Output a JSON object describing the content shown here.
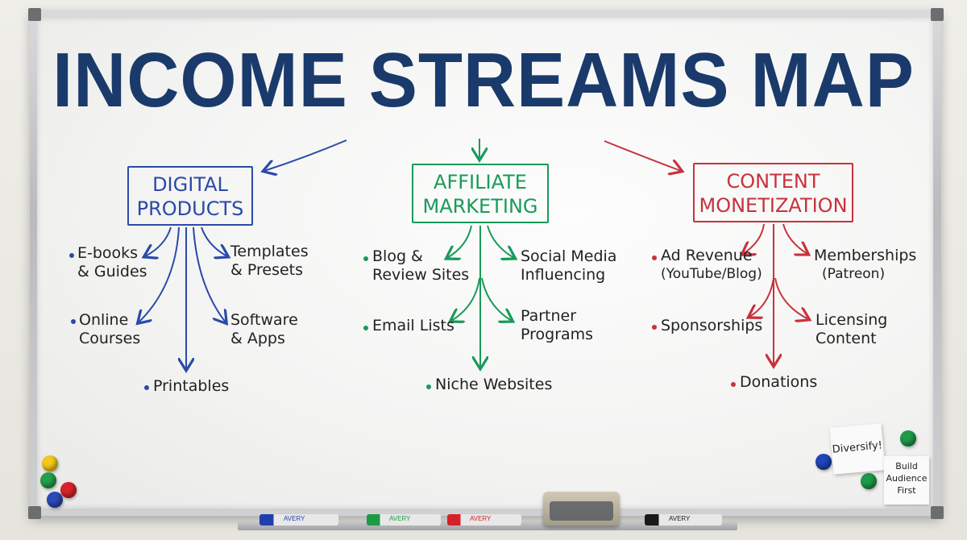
{
  "title": "INCOME STREAMS MAP",
  "categories": [
    {
      "id": "digital",
      "line1": "DIGITAL",
      "line2": "PRODUCTS",
      "color": "#2a4aa8",
      "items": [
        {
          "l1": "E-books",
          "l2": "& Guides"
        },
        {
          "l1": "Templates",
          "l2": "& Presets"
        },
        {
          "l1": "Online",
          "l2": "Courses"
        },
        {
          "l1": "Software",
          "l2": "& Apps"
        },
        {
          "l1": "Printables",
          "l2": ""
        }
      ]
    },
    {
      "id": "affiliate",
      "line1": "AFFILIATE",
      "line2": "MARKETING",
      "color": "#1a9a5a",
      "items": [
        {
          "l1": "Blog &",
          "l2": "Review Sites"
        },
        {
          "l1": "Social Media",
          "l2": "Influencing"
        },
        {
          "l1": "Email Lists",
          "l2": ""
        },
        {
          "l1": "Partner",
          "l2": "Programs"
        },
        {
          "l1": "Niche Websites",
          "l2": ""
        }
      ]
    },
    {
      "id": "content",
      "line1": "CONTENT",
      "line2": "MONETIZATION",
      "color": "#c8323c",
      "items": [
        {
          "l1": "Ad Revenue",
          "l2": "(YouTube/Blog)"
        },
        {
          "l1": "Memberships",
          "l2": "(Patreon)"
        },
        {
          "l1": "Sponsorships",
          "l2": ""
        },
        {
          "l1": "Licensing",
          "l2": "Content"
        },
        {
          "l1": "Donations",
          "l2": ""
        }
      ]
    }
  ],
  "notes": {
    "note1": "Diversify!",
    "note2_l1": "Build",
    "note2_l2": "Audience",
    "note2_l3": "First"
  },
  "marker_labels": [
    "AVERY",
    "AVERY",
    "AVERY",
    "AVERY"
  ],
  "colors": {
    "title": "#1a3a6b",
    "blue": "#2a4aa8",
    "green": "#1a9a5a",
    "red": "#c8323c"
  }
}
